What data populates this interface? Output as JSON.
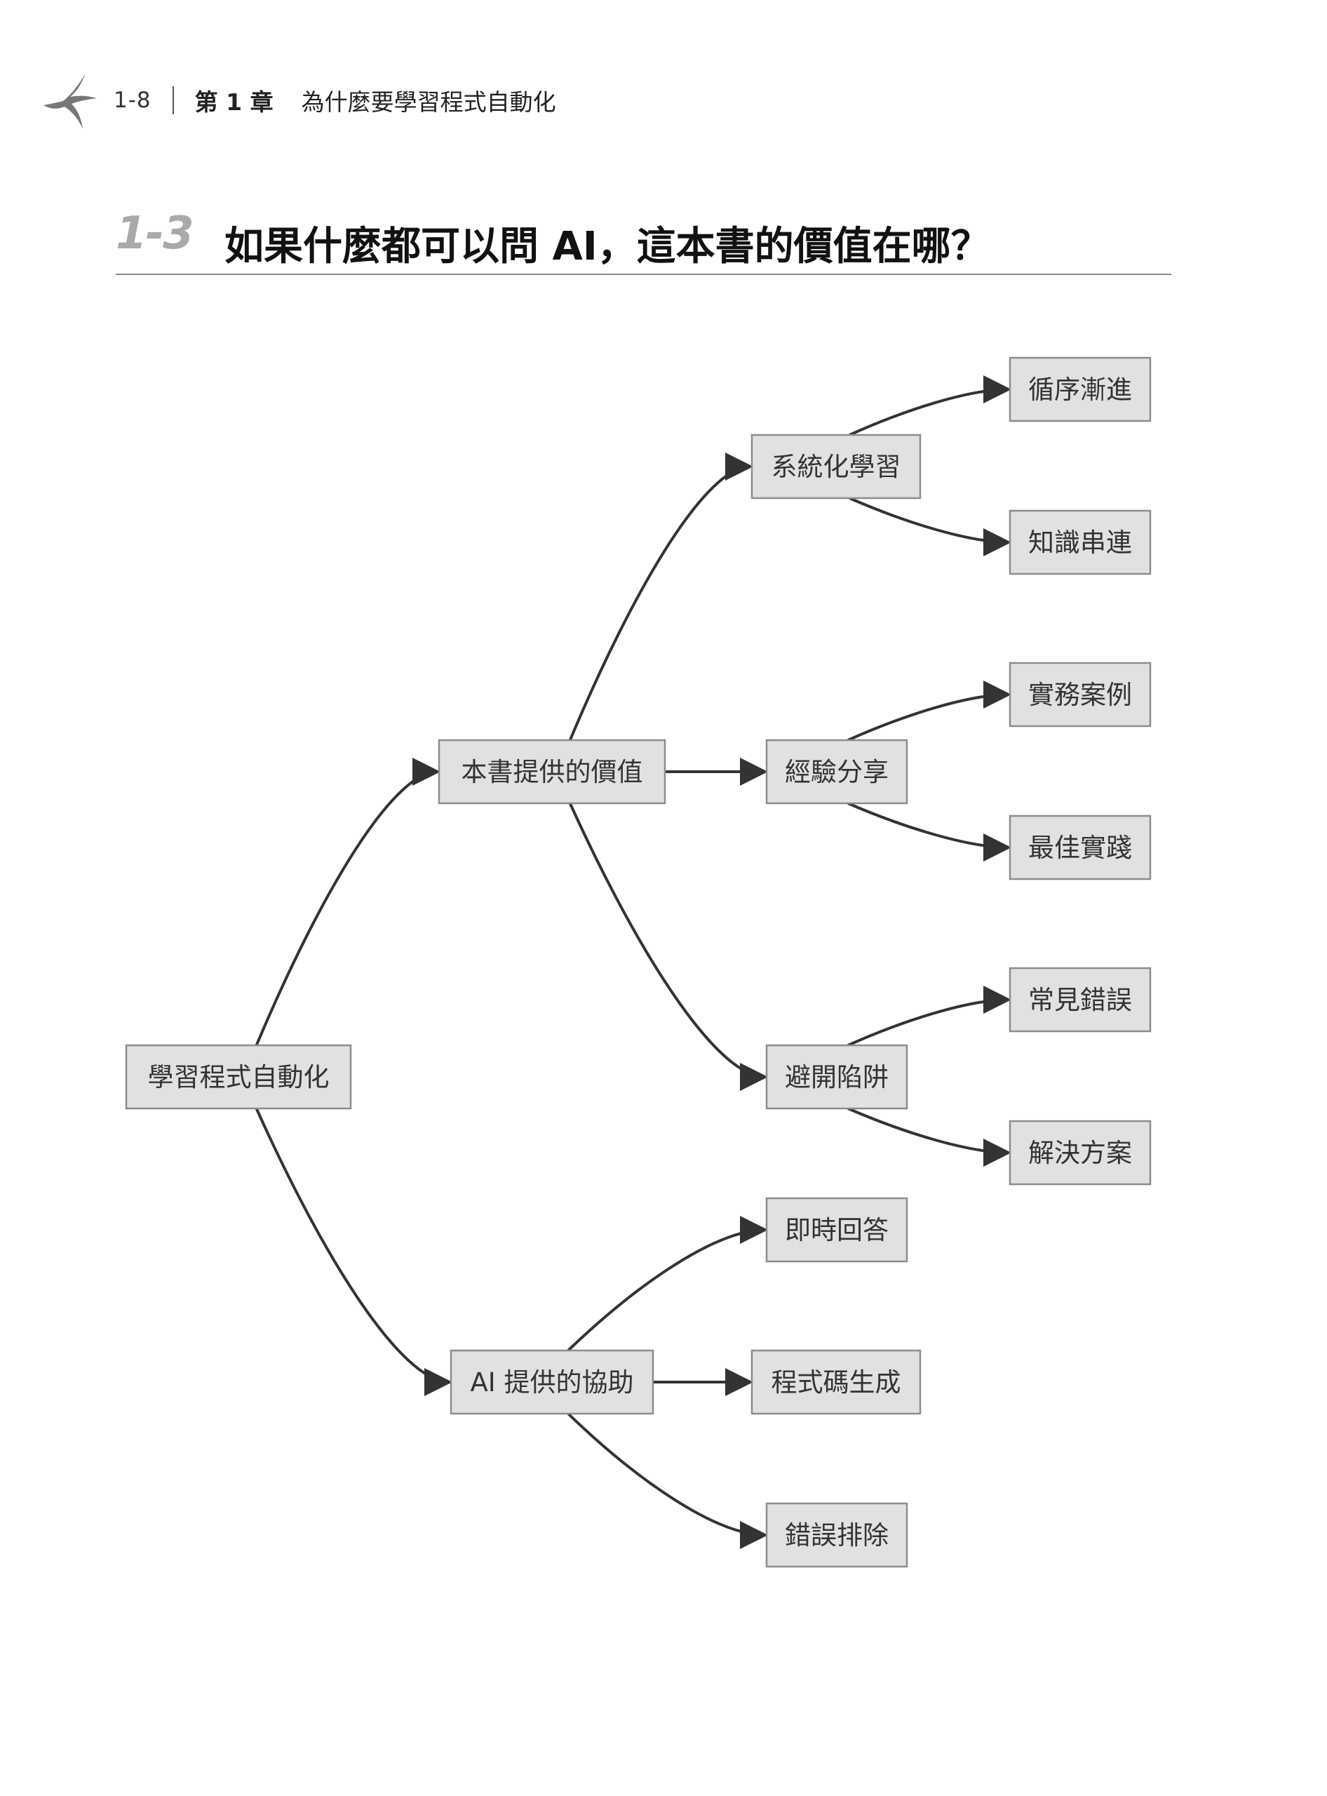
{
  "header": {
    "page_number": "1-8",
    "chapter_label": "第 1 章",
    "chapter_title": "為什麼要學習程式自動化"
  },
  "section": {
    "number": "1-3",
    "title": "如果什麼都可以問 AI，這本書的價值在哪？"
  },
  "diagram": {
    "nodes": [
      {
        "id": "root",
        "label": "學習程式自動化"
      },
      {
        "id": "book",
        "label": "本書提供的價值"
      },
      {
        "id": "ai",
        "label": "AI 提供的協助"
      },
      {
        "id": "sys",
        "label": "系統化學習"
      },
      {
        "id": "exp",
        "label": "經驗分享"
      },
      {
        "id": "avoid",
        "label": "避開陷阱"
      },
      {
        "id": "instant",
        "label": "即時回答"
      },
      {
        "id": "codegen",
        "label": "程式碼生成"
      },
      {
        "id": "debug",
        "label": "錯誤排除"
      },
      {
        "id": "step",
        "label": "循序漸進"
      },
      {
        "id": "link",
        "label": "知識串連"
      },
      {
        "id": "case",
        "label": "實務案例"
      },
      {
        "id": "best",
        "label": "最佳實踐"
      },
      {
        "id": "common",
        "label": "常見錯誤"
      },
      {
        "id": "solution",
        "label": "解決方案"
      }
    ],
    "edges": [
      [
        "root",
        "book"
      ],
      [
        "root",
        "ai"
      ],
      [
        "book",
        "sys"
      ],
      [
        "book",
        "exp"
      ],
      [
        "book",
        "avoid"
      ],
      [
        "sys",
        "step"
      ],
      [
        "sys",
        "link"
      ],
      [
        "exp",
        "case"
      ],
      [
        "exp",
        "best"
      ],
      [
        "avoid",
        "common"
      ],
      [
        "avoid",
        "solution"
      ],
      [
        "ai",
        "instant"
      ],
      [
        "ai",
        "codegen"
      ],
      [
        "ai",
        "debug"
      ]
    ]
  }
}
